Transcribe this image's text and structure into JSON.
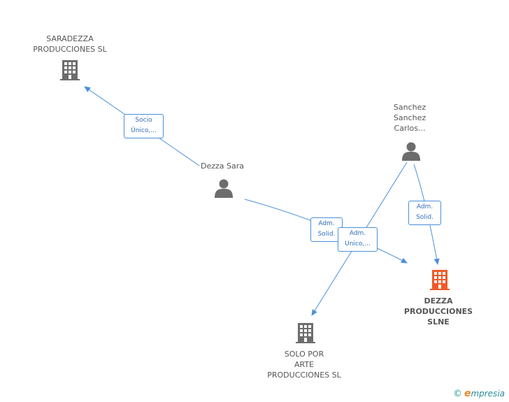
{
  "nodes": {
    "saradezza": {
      "label": "SARADEZZA\nPRODUCCIONES SL",
      "icon": "building-icon",
      "color": "#6d6d6d"
    },
    "dezza_sara": {
      "label": "Dezza Sara",
      "icon": "person-icon",
      "color": "#6d6d6d"
    },
    "sanchez": {
      "label": "Sanchez\nSanchez\nCarlos...",
      "icon": "person-icon",
      "color": "#6d6d6d"
    },
    "dezza_producciones": {
      "label": "DEZZA\nPRODUCCIONES\nSLNE",
      "icon": "building-icon",
      "color": "#f05a28"
    },
    "solo_por_arte": {
      "label": "SOLO POR\nARTE\nPRODUCCIONES SL",
      "icon": "building-icon",
      "color": "#6d6d6d"
    }
  },
  "edges": {
    "socio_unico": "Socio\nÚnico,...",
    "adm_solid_1": "Adm.\nSolid.",
    "adm_unico": "Adm.\nUnico,...",
    "adm_solid_2": "Adm.\nSolid."
  },
  "brand": {
    "copyright": "©",
    "e": "e",
    "word": "mpresia"
  },
  "colors": {
    "edge": "#4a90d9"
  }
}
